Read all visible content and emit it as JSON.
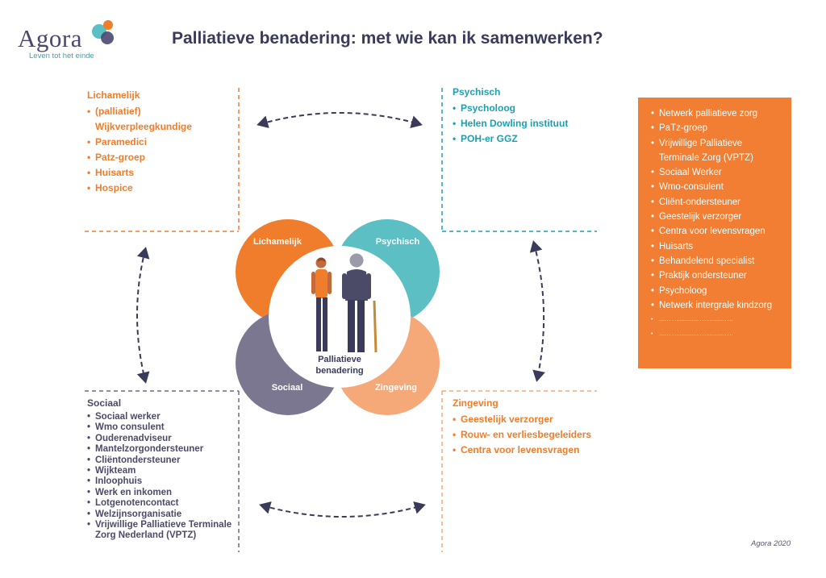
{
  "header": {
    "logo_name": "Agora",
    "logo_tagline": "Leven tot het einde",
    "title": "Palliatieve benadering: met wie kan ik samenwerken?"
  },
  "diagram": {
    "center_label_line1": "Palliatieve",
    "center_label_line2": "benadering",
    "petals": {
      "lichamelijk": "Lichamelijk",
      "psychisch": "Psychisch",
      "sociaal": "Sociaal",
      "zingeving": "Zingeving"
    },
    "colors": {
      "orange": "#f07d2b",
      "teal": "#5bbfc4",
      "slate": "#7b7790",
      "peach": "#f5a878",
      "navy": "#3a3a5a"
    }
  },
  "quadrants": {
    "lichamelijk": {
      "title": "Lichamelijk",
      "items": [
        "(palliatief)",
        "Paramedici",
        "Patz-groep",
        "Huisarts",
        "Hospice"
      ],
      "item_continuation": "Wijkverpleegkundige"
    },
    "psychisch": {
      "title": "Psychisch",
      "items": [
        "Psycholoog",
        "Helen Dowling instituut",
        "POH-er GGZ"
      ]
    },
    "sociaal": {
      "title": "Sociaal",
      "items": [
        "Sociaal werker",
        "Wmo consulent",
        "Ouderenadviseur",
        "Mantelzorgondersteuner",
        "Cliëntondersteuner",
        "Wijkteam",
        "Inloophuis",
        "Werk en inkomen",
        "Lotgenotencontact",
        "Welzijnsorganisatie",
        "Vrijwillige Palliatieve Terminale Zorg Nederland (VPTZ)"
      ]
    },
    "zingeving": {
      "title": "Zingeving",
      "items": [
        "Geestelijk verzorger",
        "Rouw- en verliesbegeleiders",
        "Centra voor levensvragen"
      ]
    }
  },
  "side_box": {
    "items": [
      "Netwerk palliatieve zorg",
      "PaTz-groep",
      "Vrijwillige Palliatieve Terminale Zorg (VPTZ)",
      "Sociaal Werker",
      "Wmo-consulent",
      "Cliënt-ondersteuner",
      "Geestelijk verzorger",
      "Centra voor levensvragen",
      "Huisarts",
      "Behandelend specialist",
      "Praktijk ondersteuner",
      "Psycholoog",
      "Netwerk intergrale kindzorg",
      "...............................................",
      "..............................................."
    ]
  },
  "footer": {
    "credit": "Agora 2020"
  }
}
